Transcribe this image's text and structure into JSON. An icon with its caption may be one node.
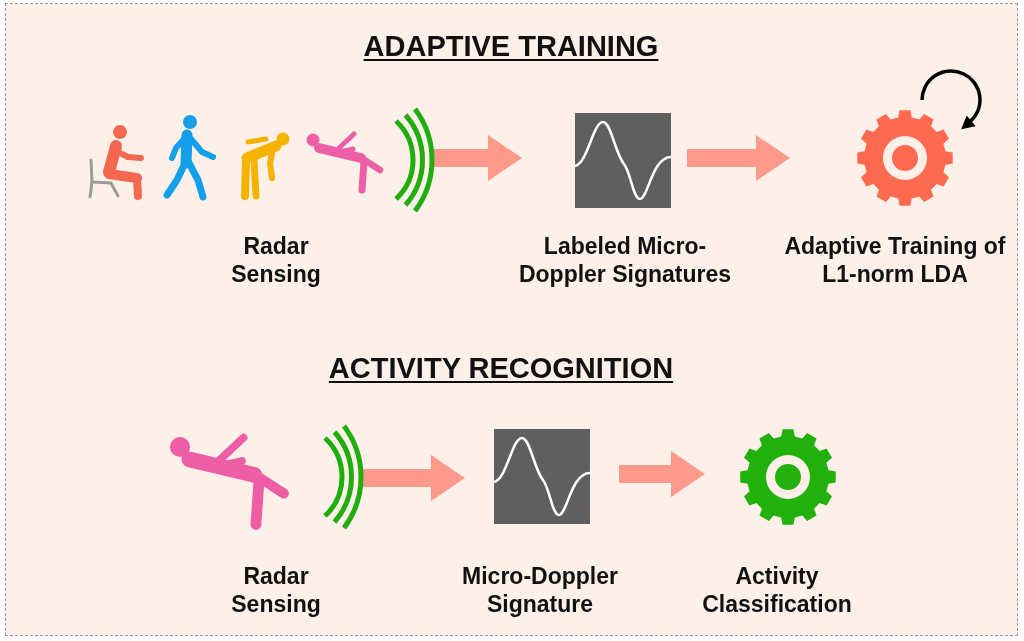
{
  "diagram": {
    "nodes": [
      {
        "text": [
          "Radar Sensing"
        ]
      },
      {
        "text": [
          "Labeled Micro-Doppler Signatures"
        ]
      },
      {
        "text": [
          "Adaptive Training of L1-norm LDA"
        ]
      },
      {
        "text": [
          "Radar Sensing"
        ]
      },
      {
        "text": [
          "Micro-Doppler Signature"
        ]
      },
      {
        "text": [
          "Activity Classification"
        ]
      }
    ],
    "edges": [
      {
        "from": 0,
        "to": 1,
        "arrow": "to"
      },
      {
        "from": 1,
        "to": 2,
        "arrow": "to"
      },
      {
        "from": 3,
        "to": 4,
        "arrow": "to"
      },
      {
        "from": 4,
        "to": 5,
        "arrow": "to"
      }
    ],
    "labels": [
      "ADAPTIVE TRAINING",
      "ACTIVITY RECOGNITION"
    ]
  }
}
